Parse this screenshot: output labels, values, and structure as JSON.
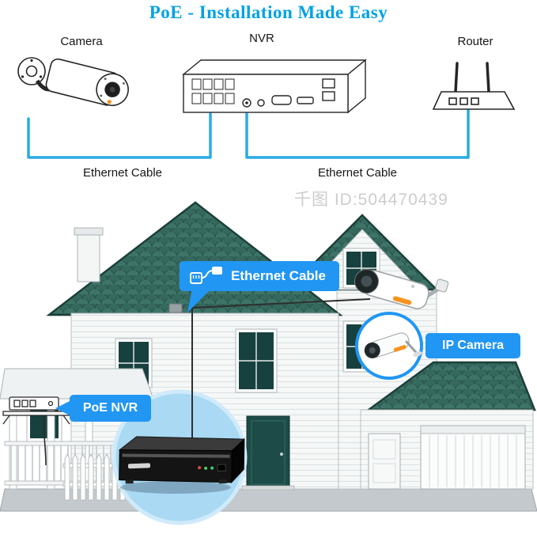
{
  "title": "PoE - Installation Made Easy",
  "watermark": "千图 ID:504470439",
  "top_diagram": {
    "camera_label": "Camera",
    "nvr_label": "NVR",
    "router_label": "Router",
    "cable_left_label": "Ethernet Cable",
    "cable_right_label": "Ethernet Cable"
  },
  "callouts": {
    "ethernet_cable": "Ethernet Cable",
    "ip_camera": "IP Camera",
    "poe_nvr": "PoE NVR"
  },
  "colors": {
    "title": "#00A1E6",
    "cable": "#29ABE2",
    "callout_blue": "#2196F3",
    "roof_teal": "#36695E",
    "zoom_circle": "#A9D9F3",
    "accent_orange": "#F7931E"
  }
}
